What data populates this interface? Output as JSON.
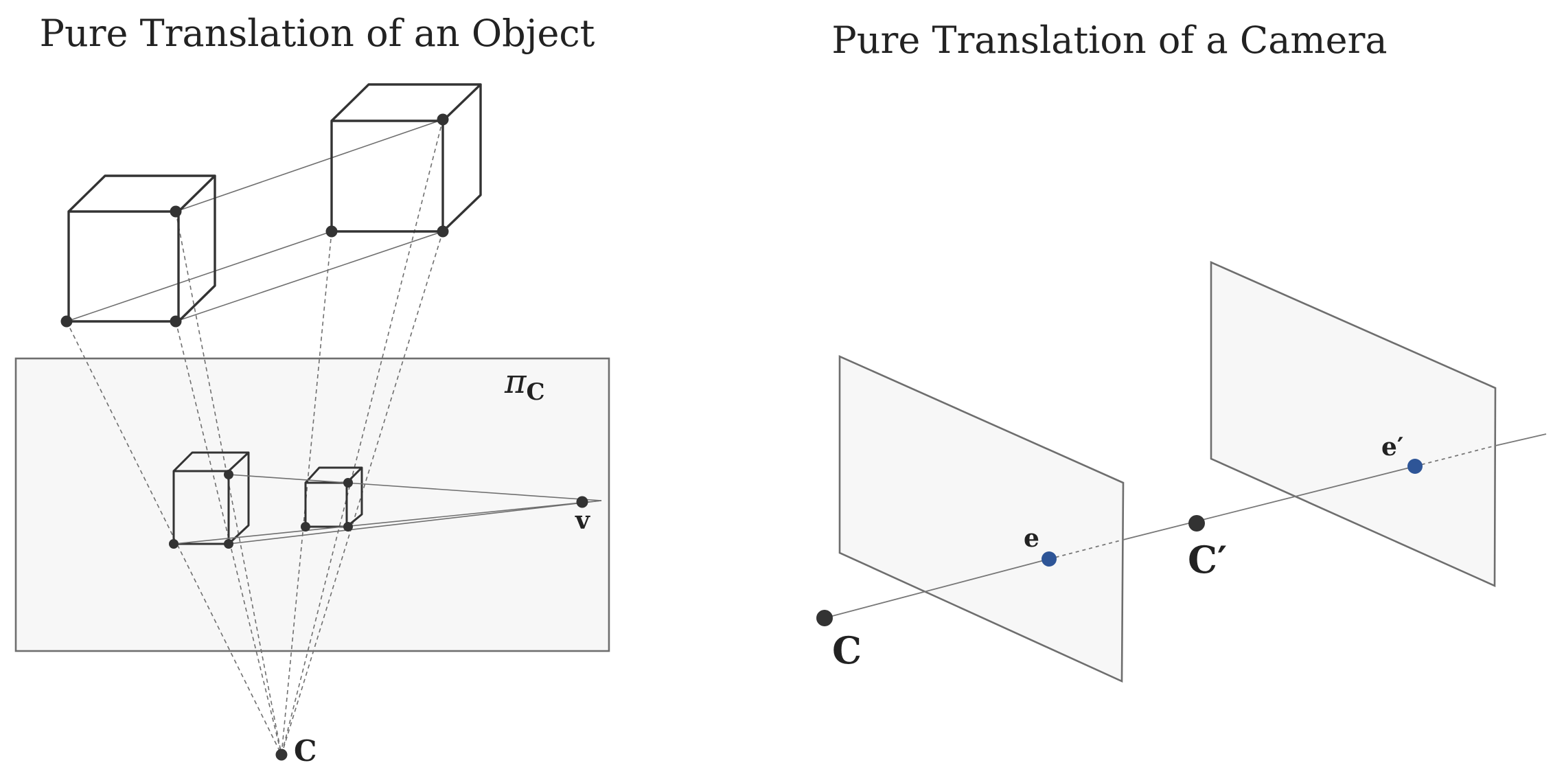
{
  "left_panel": {
    "title": "Pure Translation of an Object",
    "plane_label_symbol": "π",
    "plane_label_subscript": "C",
    "vanishing_point_label": "v",
    "camera_center_label": "C"
  },
  "right_panel": {
    "title": "Pure Translation of a Camera",
    "camera1_label": "C",
    "camera2_label": "C′",
    "epipole1_label": "e",
    "epipole2_label": "e′"
  },
  "colors": {
    "point": "#333333",
    "epipole": "#2e5597",
    "plane_fill": "#f7f7f7",
    "line": "#6f6f6f"
  }
}
